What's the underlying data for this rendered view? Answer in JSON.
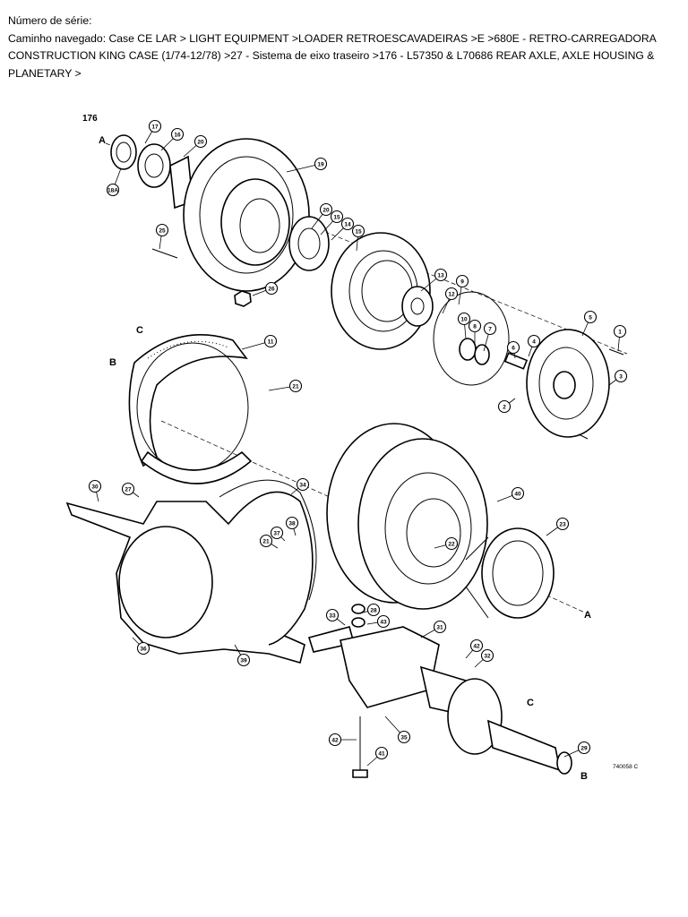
{
  "header": {
    "serial_label": "Número de série:",
    "path_text": "Caminho navegado: Case CE LAR > LIGHT EQUIPMENT >LOADER RETROESCAVADEIRAS >E >680E - RETRO-CARREGADORA CONSTRUCTION KING CASE (1/74-12/78) >27 - Sistema de eixo traseiro >176 - L57350 & L70686 REAR AXLE, AXLE HOUSING & PLANETARY >"
  },
  "diagram": {
    "figure_number": "176",
    "drawing_code": "740058 C",
    "reference_letters": [
      "A",
      "B",
      "C",
      "A",
      "C",
      "B"
    ],
    "callouts": [
      "17",
      "16",
      "20",
      "18A",
      "19",
      "20",
      "15",
      "14",
      "25",
      "26",
      "15",
      "13",
      "9",
      "12",
      "10",
      "8",
      "7",
      "6",
      "4",
      "5",
      "1",
      "2",
      "3",
      "11",
      "21",
      "30",
      "27",
      "34",
      "40",
      "22",
      "23",
      "21",
      "37",
      "38",
      "39",
      "36",
      "33",
      "28",
      "43",
      "42",
      "32",
      "31",
      "35",
      "42",
      "41",
      "29"
    ]
  }
}
